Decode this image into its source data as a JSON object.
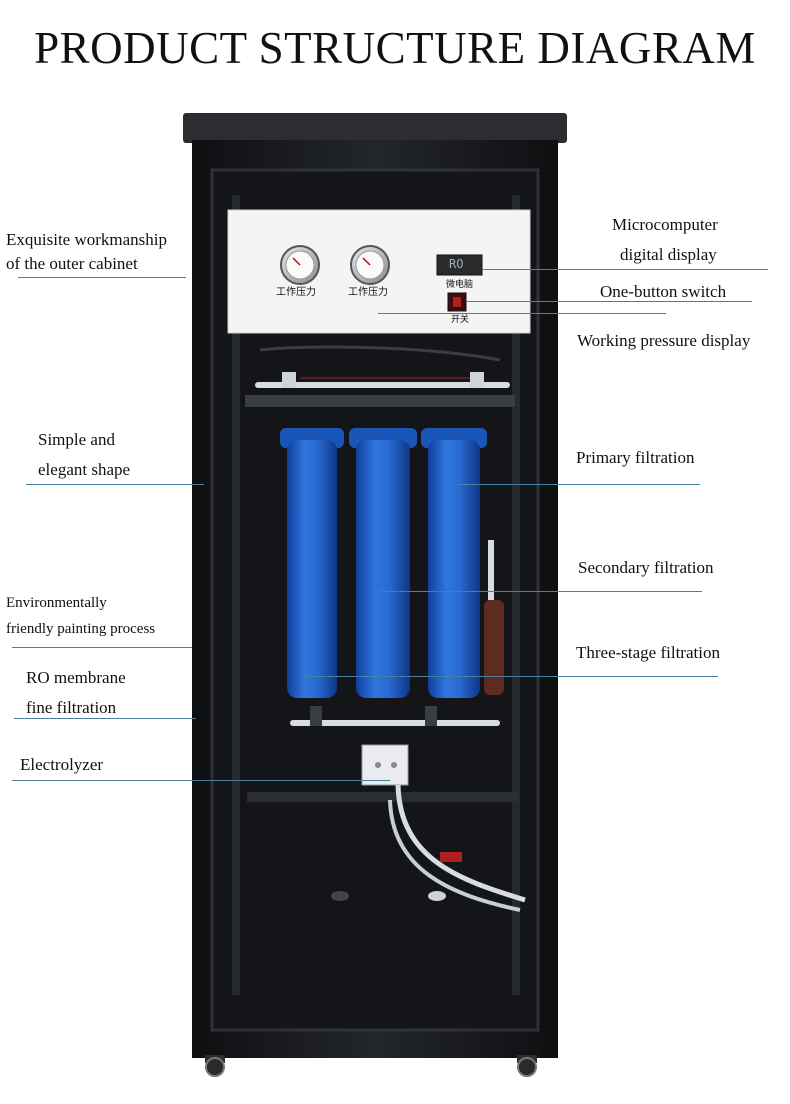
{
  "title": "PRODUCT STRUCTURE DIAGRAM",
  "panel": {
    "gauge_label_1": "工作压力",
    "gauge_label_2": "工作压力",
    "display_label": "微电脑",
    "display_text": "RO",
    "switch_label": "开关"
  },
  "labels_left": [
    {
      "lines": [
        "Exquisite workmanship",
        "of the outer cabinet"
      ]
    },
    {
      "lines": [
        "Simple and",
        "elegant shape"
      ]
    },
    {
      "lines": [
        "Environmentally",
        "friendly painting process"
      ]
    },
    {
      "lines": [
        "RO membrane",
        "fine filtration"
      ]
    },
    {
      "lines": [
        "Electrolyzer"
      ]
    }
  ],
  "labels_right": [
    {
      "lines": [
        "Microcomputer",
        "digital display"
      ]
    },
    {
      "lines": [
        "One-button switch"
      ]
    },
    {
      "lines": [
        "Working pressure display"
      ]
    },
    {
      "lines": [
        "Primary filtration"
      ]
    },
    {
      "lines": [
        "Secondary filtration"
      ]
    },
    {
      "lines": [
        "Three-stage filtration"
      ]
    }
  ],
  "colors": {
    "cabinet": "#1a1c1f",
    "filter_blue": "#1f5fc8",
    "guide_line": "#4a7fa0",
    "panel": "#f4f4f4"
  }
}
